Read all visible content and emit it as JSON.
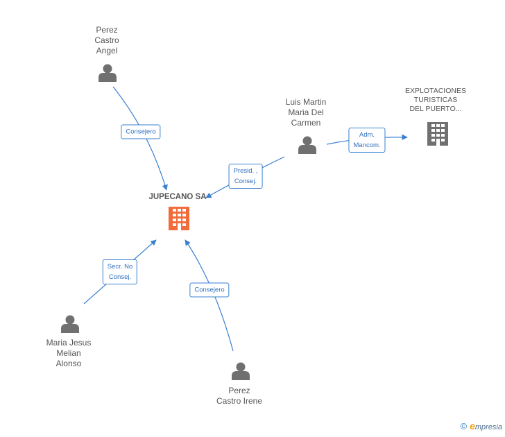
{
  "nodes": {
    "jupecano": {
      "label": "JUPECANO SA"
    },
    "perez_castro_angel": {
      "label": "Perez\nCastro\nAngel"
    },
    "luis_martin": {
      "label": "Luis Martin\nMaria Del\nCarmen"
    },
    "explotaciones": {
      "label": "EXPLOTACIONES\nTURISTICAS\nDEL PUERTO..."
    },
    "maria_jesus": {
      "label": "Maria Jesus\nMelian\nAlonso"
    },
    "perez_castro_irene": {
      "label": "Perez\nCastro Irene"
    }
  },
  "edges": {
    "angel_to_jupecano": {
      "label": "Consejero"
    },
    "luis_to_jupecano": {
      "label": "Presid. ,\nConsej."
    },
    "luis_to_explotaciones": {
      "label": "Adm.\nMancom."
    },
    "maria_to_jupecano": {
      "label": "Secr.  No\nConsej."
    },
    "irene_to_jupecano": {
      "label": "Consejero"
    }
  },
  "colors": {
    "edge": "#3a7fd0",
    "person_icon": "#707070",
    "company_main": "#f26b3a",
    "company_other": "#707070"
  },
  "footer": {
    "copyright": "©",
    "brand_initial": "e",
    "brand_rest": "mpresia"
  }
}
